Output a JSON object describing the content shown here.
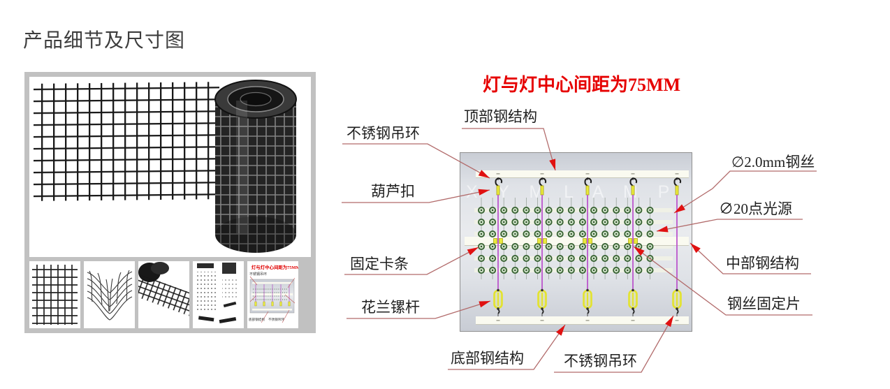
{
  "page": {
    "title": "产品细节及尺寸图"
  },
  "watermark": "X Y M L A M P",
  "colors": {
    "accent_red": "#e60000",
    "arrow_red": "#e01111",
    "leader_line": "#b26b6b",
    "wire_purple": "#bb55cc",
    "led_green_ring": "#356030",
    "led_green_fill": "#cde0c6",
    "buckle_yellow": "#e9e93c",
    "bar_ivory": "#fafaf0",
    "panel_gray": "#c1c1c1"
  },
  "gallery": {
    "main_image": "black-plastic-mesh-net-partially-rolled-photo",
    "thumbnails": [
      {
        "name": "mesh-grid-closeup"
      },
      {
        "name": "mesh-wave-3d-render"
      },
      {
        "name": "mesh-roll-diagonal"
      },
      {
        "name": "structure-parts-montage"
      },
      {
        "name": "dimension-diagram-mini",
        "title": "灯与灯中心间距为75MM"
      }
    ]
  },
  "diagram": {
    "title": "灯与灯中心间距为75MM",
    "labels": [
      {
        "id": "top-steel-structure",
        "text": "顶部钢结构"
      },
      {
        "id": "stainless-hoist-ring-top",
        "text": "不锈钢吊环"
      },
      {
        "id": "gourd-buckle",
        "text": "葫芦扣"
      },
      {
        "id": "fixing-clip-strip",
        "text": "固定卡条"
      },
      {
        "id": "turnbuckle-screw-rod",
        "text": "花兰镙杆"
      },
      {
        "id": "steel-wire-2mm",
        "text": "∅2.0mm钢丝"
      },
      {
        "id": "point-light-source-20",
        "text": "∅20点光源"
      },
      {
        "id": "middle-steel-structure",
        "text": "中部钢结构"
      },
      {
        "id": "wire-fixing-piece",
        "text": "钢丝固定片"
      },
      {
        "id": "bottom-steel-structure",
        "text": "底部钢结构"
      },
      {
        "id": "stainless-hoist-ring-bottom",
        "text": "不锈钢吊环"
      }
    ],
    "structure": {
      "hanging_wires": 5,
      "led_rows": 6,
      "led_cols": 16,
      "lamp_center_spacing_mm": 75
    }
  }
}
